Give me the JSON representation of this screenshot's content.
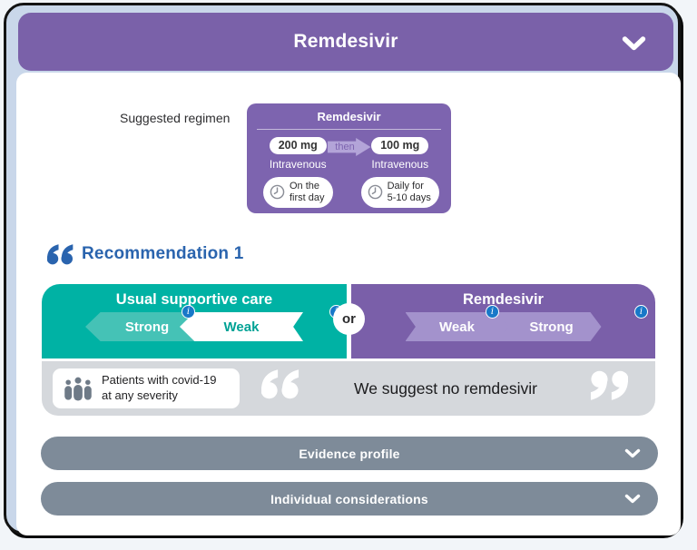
{
  "header": {
    "title": "Remdesivir"
  },
  "regimen": {
    "label": "Suggested regimen",
    "card_title": "Remdesivir",
    "connector": "then",
    "doses": [
      {
        "amount": "200 mg",
        "route": "Intravenous",
        "schedule_line1": "On the",
        "schedule_line2": "first day"
      },
      {
        "amount": "100 mg",
        "route": "Intravenous",
        "schedule_line1": "Daily for",
        "schedule_line2": "5-10 days"
      }
    ]
  },
  "recommendation": {
    "heading": "Recommendation 1",
    "divider": "or",
    "left_panel": {
      "title": "Usual supportive care",
      "options": [
        {
          "label": "Strong"
        },
        {
          "label": "Weak"
        }
      ]
    },
    "right_panel": {
      "title": "Remdesivir",
      "options": [
        {
          "label": "Weak"
        },
        {
          "label": "Strong"
        }
      ]
    },
    "population_line1": "Patients with covid-19",
    "population_line2": "at any severity",
    "statement": "We suggest no remdesivir"
  },
  "sections": [
    {
      "label": "Evidence profile"
    },
    {
      "label": "Individual considerations"
    }
  ],
  "icons": {
    "info_glyph": "i"
  },
  "colors": {
    "purple": "#7a61a9",
    "card_purple": "#7d64af",
    "teal": "#00b2a4",
    "light_teal": "#45c2b6",
    "light_purple": "#a392cc",
    "accent_blue": "#2a64ae",
    "info_blue": "#1878c8",
    "gray_bar": "#d5d8dc",
    "section_gray": "#7e8b99",
    "frame_blue": "#c9d7ea",
    "border_black": "#141414"
  }
}
